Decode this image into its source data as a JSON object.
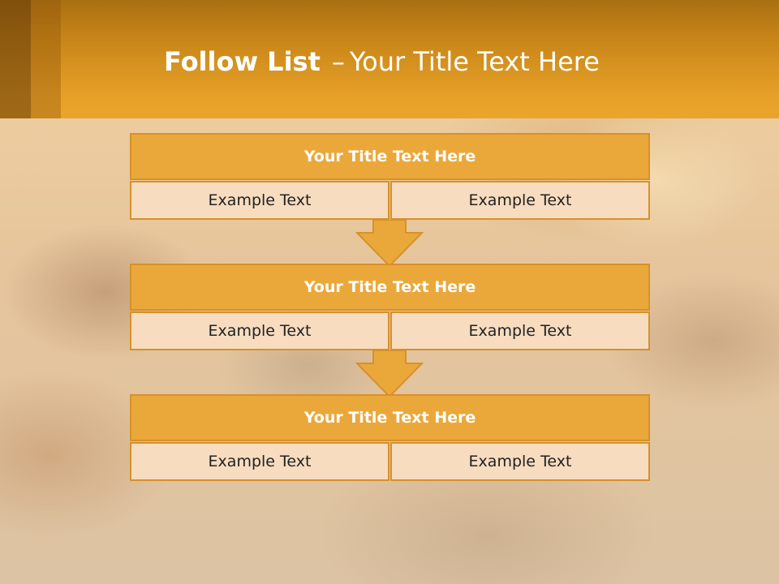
{
  "slide": {
    "title_bold": "Follow List",
    "title_separator": "–",
    "title_rest": "Your Title Text Here"
  },
  "blocks": [
    {
      "title": "Your Title Text Here",
      "left": "Example Text",
      "right": "Example Text"
    },
    {
      "title": "Your Title Text Here",
      "left": "Example Text",
      "right": "Example Text"
    },
    {
      "title": "Your Title Text Here",
      "left": "Example Text",
      "right": "Example Text"
    }
  ],
  "colors": {
    "header": "#e6a028",
    "block_title": "#eba83a",
    "block_cell": "#f7dcc0",
    "border": "#d7912a"
  }
}
